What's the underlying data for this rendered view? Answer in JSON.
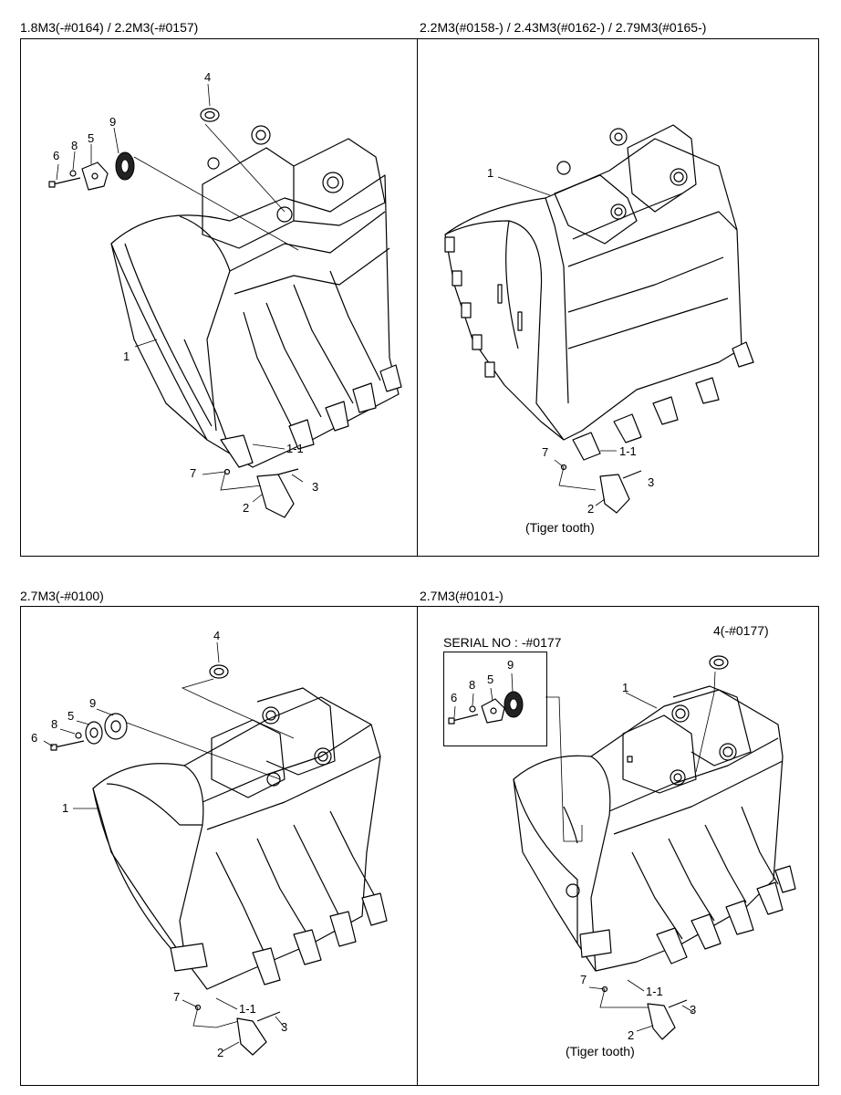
{
  "panels": [
    {
      "title": "1.8M3(-#0164) / 2.2M3(-#0157)",
      "labels": {
        "p4": "4",
        "p9": "9",
        "p5": "5",
        "p8": "8",
        "p6": "6",
        "p1": "1",
        "p1_1": "1-1",
        "p7": "7",
        "p3": "3",
        "p2": "2"
      }
    },
    {
      "title": "2.2M3(#0158-) / 2.43M3(#0162-) / 2.79M3(#0165-)",
      "labels": {
        "p1": "1",
        "p7": "7",
        "p1_1": "1-1",
        "p3": "3",
        "p2": "2"
      },
      "note": "(Tiger tooth)"
    },
    {
      "title": "2.7M3(-#0100)",
      "labels": {
        "p4": "4",
        "p9": "9",
        "p5": "5",
        "p8": "8",
        "p6": "6",
        "p1": "1",
        "p7": "7",
        "p1_1": "1-1",
        "p3": "3",
        "p2": "2"
      }
    },
    {
      "title": "2.7M3(#0101-)",
      "labels": {
        "p4": "4(-#0177)",
        "p1": "1",
        "p7": "7",
        "p1_1": "1-1",
        "p3": "3",
        "p2": "2"
      },
      "inset": {
        "title": "SERIAL NO : -#0177",
        "labels": {
          "p9": "9",
          "p8": "8",
          "p5": "5",
          "p6": "6"
        }
      },
      "note": "(Tiger tooth)"
    }
  ]
}
